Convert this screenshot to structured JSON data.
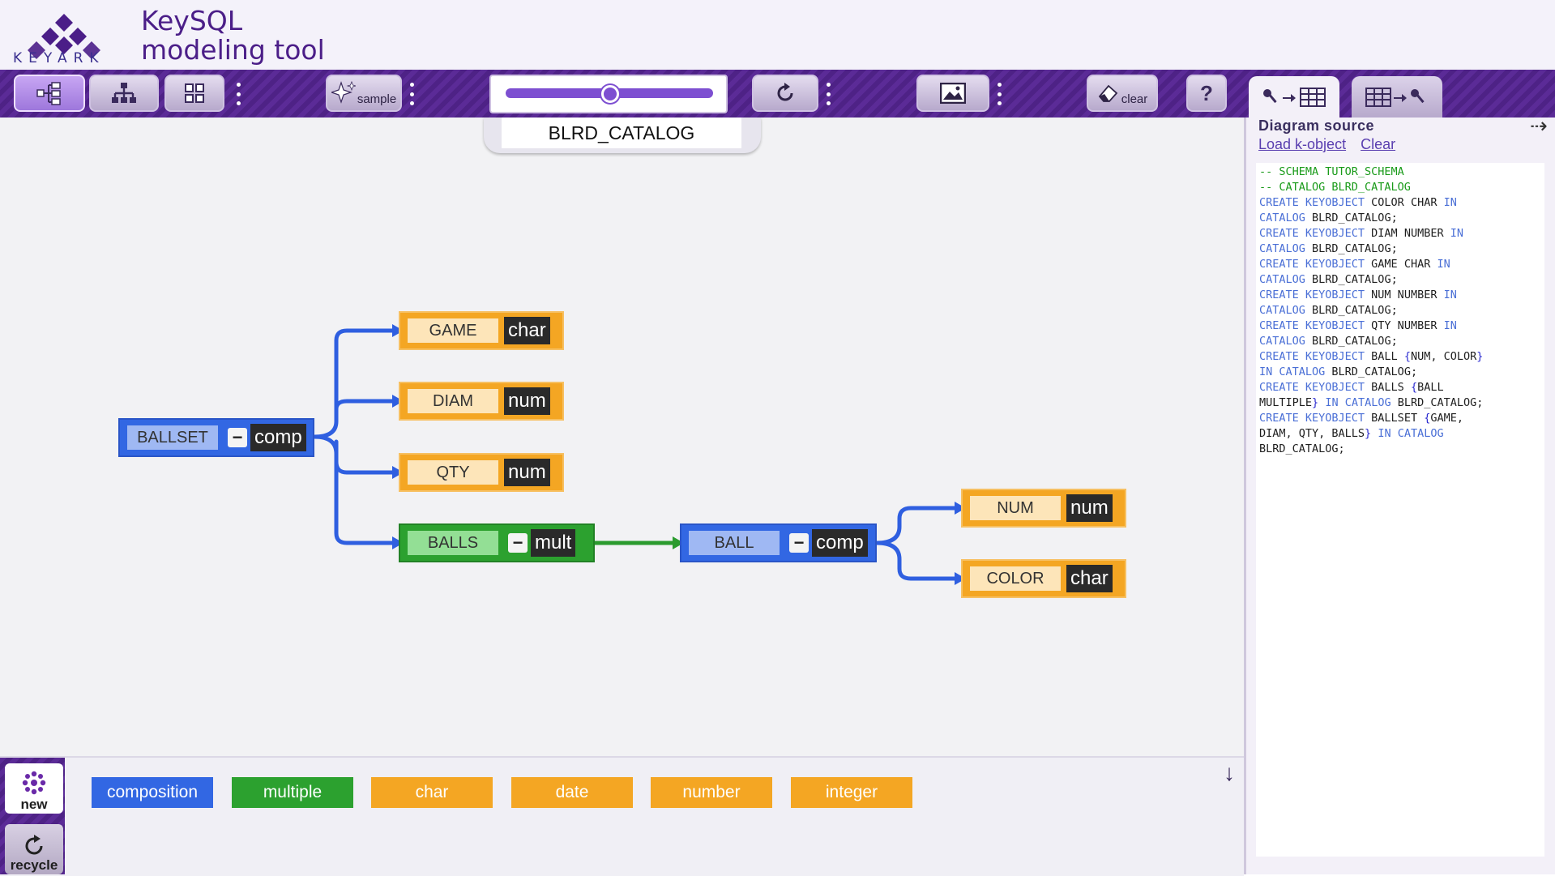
{
  "app": {
    "title_line1": "KeySQL",
    "title_line2": "modeling tool",
    "logo_word": "KEYARK"
  },
  "toolbar": {
    "sample_label": "sample",
    "clear_label": "clear",
    "help_label": "?"
  },
  "canvas": {
    "catalog_name": "BLRD_CATALOG",
    "nodes": {
      "ballset": {
        "name": "BALLSET",
        "type": "comp"
      },
      "game": {
        "name": "GAME",
        "type": "char"
      },
      "diam": {
        "name": "DIAM",
        "type": "num"
      },
      "qty": {
        "name": "QTY",
        "type": "num"
      },
      "balls": {
        "name": "BALLS",
        "type": "mult"
      },
      "ball": {
        "name": "BALL",
        "type": "comp"
      },
      "num": {
        "name": "NUM",
        "type": "num"
      },
      "color": {
        "name": "COLOR",
        "type": "char"
      }
    }
  },
  "palette": {
    "items": [
      "composition",
      "multiple",
      "char",
      "date",
      "number",
      "integer"
    ],
    "new_label": "new",
    "recycle_label": "recycle"
  },
  "right_panel": {
    "title": "Diagram source",
    "link_load": "Load k-object",
    "link_clear": "Clear",
    "code": [
      {
        "t": "cm",
        "s": "-- SCHEMA TUTOR_SCHEMA"
      },
      {
        "t": "cm",
        "s": "-- CATALOG BLRD_CATALOG"
      },
      {
        "t": "stmt",
        "a": "CREATE KEYOBJECT",
        "b": " COLOR CHAR ",
        "c": "IN",
        "d": "CATALOG",
        "e": " BLRD_CATALOG;"
      },
      {
        "t": "stmt",
        "a": "CREATE KEYOBJECT",
        "b": " DIAM NUMBER ",
        "c": "IN",
        "d": "CATALOG",
        "e": " BLRD_CATALOG;"
      },
      {
        "t": "stmt",
        "a": "CREATE KEYOBJECT",
        "b": " GAME CHAR ",
        "c": "IN",
        "d": "CATALOG",
        "e": " BLRD_CATALOG;"
      },
      {
        "t": "stmt",
        "a": "CREATE KEYOBJECT",
        "b": " NUM NUMBER ",
        "c": "IN",
        "d": "CATALOG",
        "e": " BLRD_CATALOG;"
      },
      {
        "t": "stmt",
        "a": "CREATE KEYOBJECT",
        "b": " QTY NUMBER ",
        "c": "IN",
        "d": "CATALOG",
        "e": " BLRD_CATALOG;"
      },
      {
        "t": "raw",
        "s": "<span class='kw'>CREATE KEYOBJECT</span> BALL <span class='pn'>{</span>NUM, COLOR<span class='pn'>}</span>\n<span class='kw'>IN CATALOG</span> BLRD_CATALOG;"
      },
      {
        "t": "raw",
        "s": "<span class='kw'>CREATE KEYOBJECT</span> BALLS <span class='pn'>{</span>BALL\nMULTIPLE<span class='pn'>}</span> <span class='kw'>IN CATALOG</span> BLRD_CATALOG;"
      },
      {
        "t": "raw",
        "s": "<span class='kw'>CREATE KEYOBJECT</span> BALLSET <span class='pn'>{</span>GAME,\nDIAM, QTY, BALLS<span class='pn'>}</span> <span class='kw'>IN CATALOG</span>\nBLRD_CATALOG;"
      }
    ]
  },
  "colors": {
    "composition": "#3267e3",
    "multiple": "#2ca12f",
    "char": "#f4a623",
    "date": "#f4a623",
    "number": "#f4a623",
    "integer": "#f4a623"
  }
}
